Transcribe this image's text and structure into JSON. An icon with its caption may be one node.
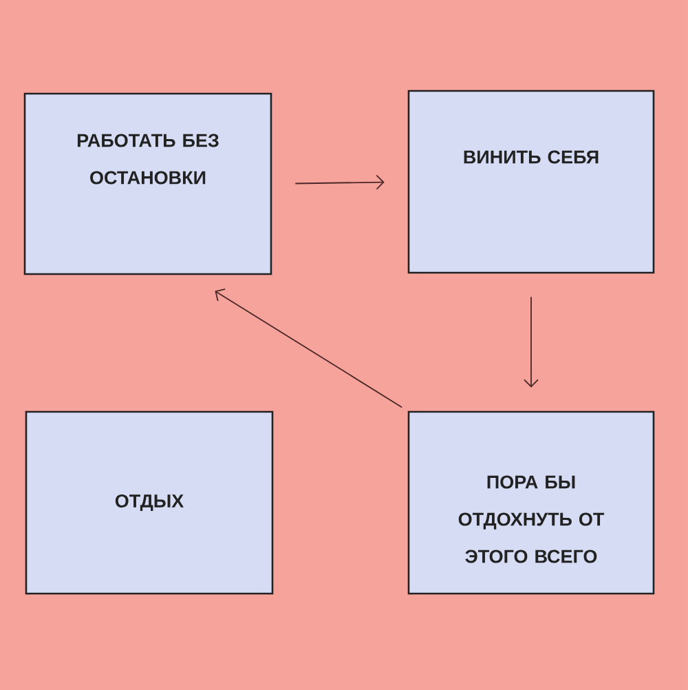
{
  "diagram": {
    "nodes": [
      {
        "text": [
          "РАБОТАТЬ БЕЗ ОСТАНОВКИ"
        ]
      },
      {
        "text": [
          "ВИНИТЬ СЕБЯ"
        ]
      },
      {
        "text": [
          "ОТДЫХ"
        ]
      },
      {
        "text": [
          "ПОРА БЫ ОТДОХНУТЬ ОТ ЭТОГО ВСЕГО"
        ]
      }
    ],
    "edges": [
      {
        "from": 0,
        "to": 1,
        "arrow": "to"
      },
      {
        "from": 1,
        "to": 3,
        "arrow": "to"
      },
      {
        "from": 3,
        "to": 0,
        "arrow": "to"
      }
    ]
  }
}
